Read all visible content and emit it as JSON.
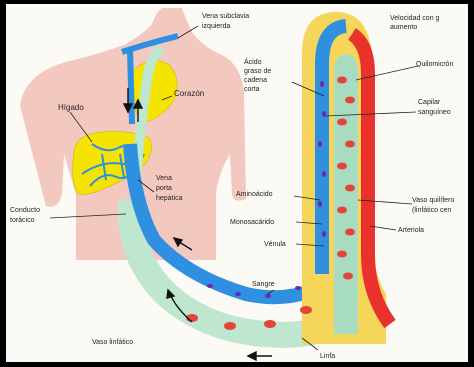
{
  "labels": {
    "vena_subclavia_1": "Vena subclavia",
    "vena_subclavia_2": "izquierda",
    "velocidad_1": "Velocidad con g",
    "velocidad_2": "aumento",
    "acido_1": "Ácido",
    "acido_2": "graso de",
    "acido_3": "cadena",
    "acido_4": "corta",
    "quilomicron": "Quilomicrón",
    "corazon": "Corazón",
    "higado": "Hígado",
    "capilar_1": "Capilar",
    "capilar_2": "sanguíneo",
    "vena_porta_1": "Vena",
    "vena_porta_2": "porta",
    "vena_porta_3": "hepática",
    "aminoacido": "Aminoácido",
    "vaso_quilifero_1": "Vaso quilífero",
    "vaso_quilifero_2": "(linfático cen",
    "conducto_1": "Conducto",
    "conducto_2": "torácico",
    "monosacarido": "Monosacárido",
    "arteriola": "Arteriola",
    "venula": "Vénula",
    "sangre": "Sangre",
    "vaso_linfatico": "Vaso linfático",
    "linfa": "Linfa"
  },
  "colors": {
    "background": "#fbfaf4",
    "body_silhouette": "#f3c9bf",
    "liver": "#f5e400",
    "vein": "#2f8fe0",
    "lymph": "#bfe6cf",
    "villus_wall": "#f6d65a",
    "arteriole": "#e8322b",
    "lacteal": "#a8dcc0",
    "red_cell": "#e3453b",
    "nutrient_particle": "#6a2aa8"
  }
}
